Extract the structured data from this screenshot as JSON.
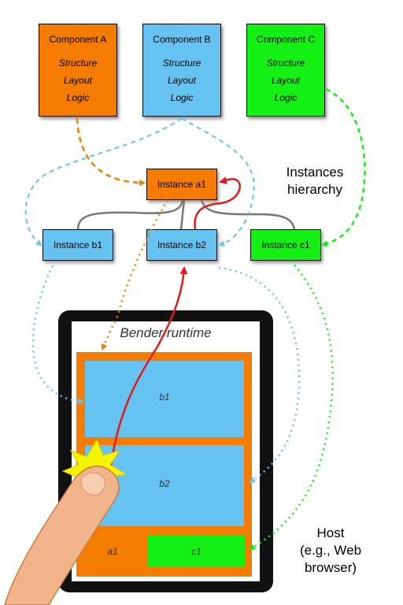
{
  "colors": {
    "orange": "#f47c00",
    "blue": "#66c2f0",
    "green": "#14f014",
    "red": "#e21a1a",
    "yellow": "#f5f500",
    "finger": "#f2b48a",
    "device": "#111111"
  },
  "components": [
    {
      "title": "Component A",
      "items": [
        "Structure",
        "Layout",
        "Logic"
      ]
    },
    {
      "title": "Component B",
      "items": [
        "Structure",
        "Layout",
        "Logic"
      ]
    },
    {
      "title": "Component C",
      "items": [
        "Structure",
        "Layout",
        "Logic"
      ]
    }
  ],
  "instances": {
    "a1": "Instance a1",
    "b1": "Instance b1",
    "b2": "Instance b2",
    "c1": "Instance c1"
  },
  "hierarchy_label": [
    "Instances",
    "hierarchy"
  ],
  "runtime": {
    "title": "Bender runtime",
    "b1": "b1",
    "b2": "b2",
    "a1": "a1",
    "c1": "c1"
  },
  "host_label": [
    "Host",
    "(e.g., Web",
    "browser)"
  ],
  "icons": [
    "finger-icon",
    "burst-icon"
  ]
}
